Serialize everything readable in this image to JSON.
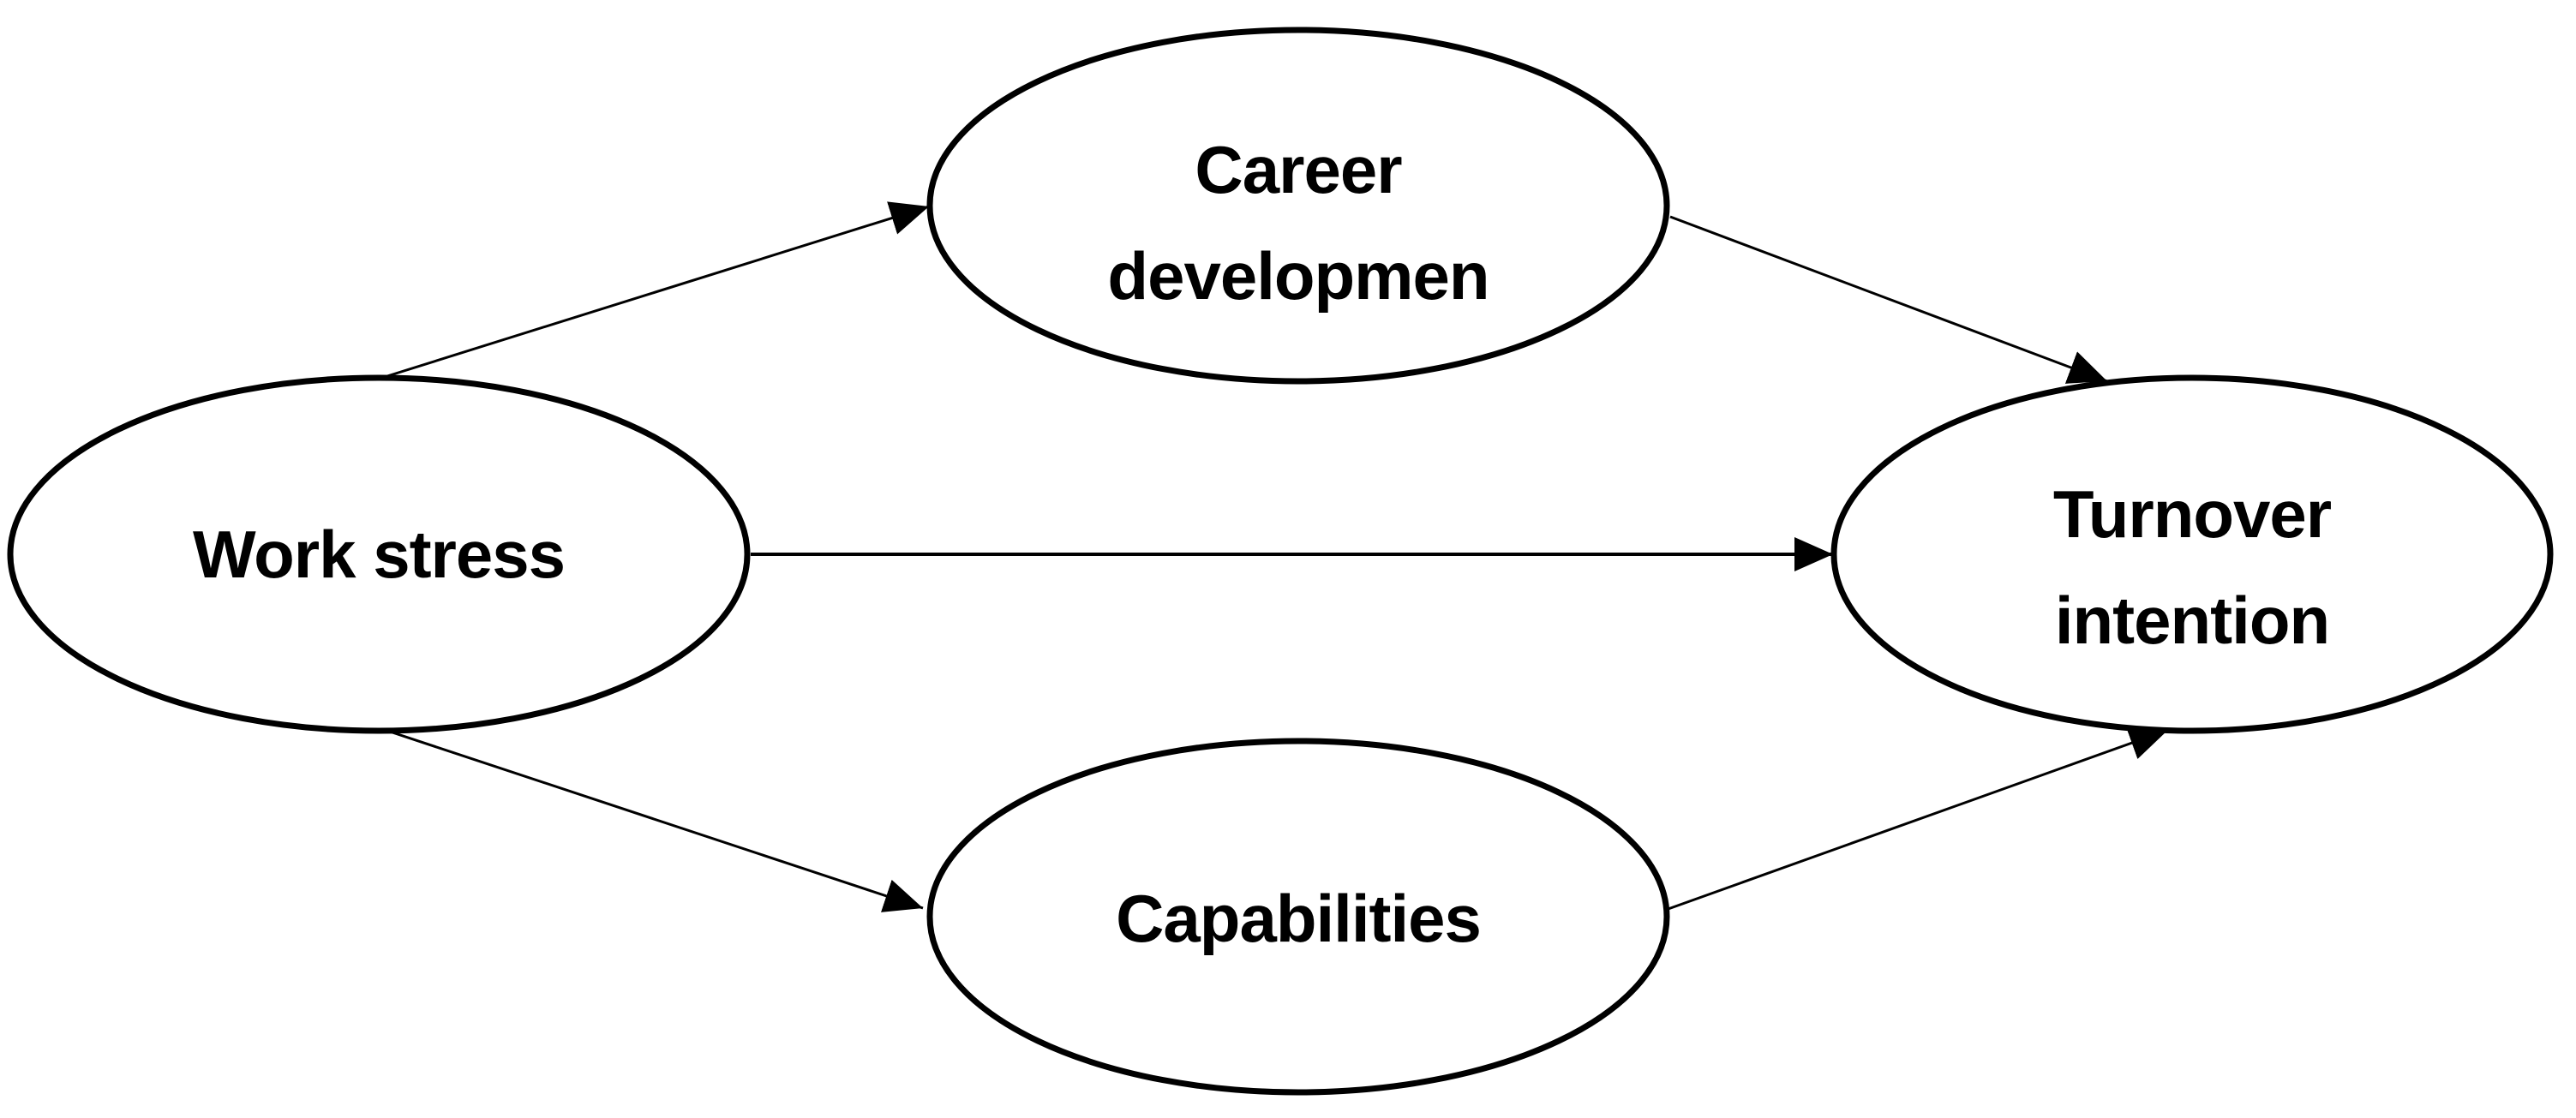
{
  "diagram": {
    "title": "Work stress turnover intention path model",
    "background_color": "#ffffff",
    "stroke_color": "#000000",
    "nodes": [
      {
        "id": "work-stress",
        "shape": "ellipse",
        "lines": [
          "Work stress"
        ]
      },
      {
        "id": "career-development",
        "shape": "ellipse",
        "lines": [
          "Career",
          "developmen"
        ]
      },
      {
        "id": "capabilities",
        "shape": "ellipse",
        "lines": [
          "Capabilities"
        ]
      },
      {
        "id": "turnover-intention",
        "shape": "ellipse",
        "lines": [
          "Turnover",
          "intention"
        ]
      }
    ],
    "edges": [
      {
        "from": "work-stress",
        "to": "career-development",
        "style": "arrow"
      },
      {
        "from": "work-stress",
        "to": "turnover-intention",
        "style": "arrow"
      },
      {
        "from": "work-stress",
        "to": "capabilities",
        "style": "arrow"
      },
      {
        "from": "career-development",
        "to": "turnover-intention",
        "style": "arrow"
      },
      {
        "from": "capabilities",
        "to": "turnover-intention",
        "style": "arrow"
      }
    ]
  }
}
